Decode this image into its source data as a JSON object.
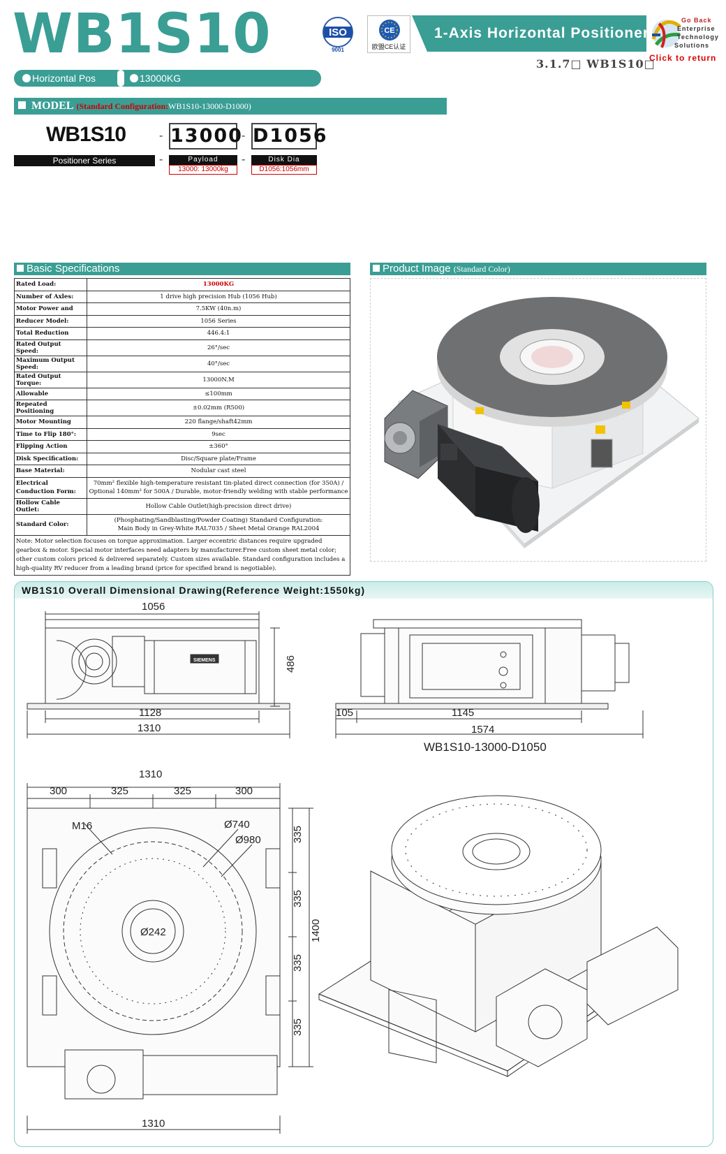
{
  "header": {
    "model_title": "WB1S10",
    "banner_title": "1-Axis Horizontal Positioner",
    "breadcrumb": "3.1.7□ WB1S10□",
    "iso_logo_text": "ISO",
    "iso_number": "9001",
    "ce_text": "欧盟CE认证",
    "go_back_lines": [
      "Go Back",
      "Enterprise",
      "Technology",
      "Solutions"
    ],
    "click_to_return": "Click to return"
  },
  "pills": [
    "Horizontal Pos",
    "13000KG"
  ],
  "model": {
    "heading": "MODEL",
    "config_label": "(Standard Configuration:",
    "config_value": "WB1S10-13000-D1000)",
    "code": "WB1S10",
    "payload_code": "13000",
    "disk_code": "D1056",
    "series_label": "Positioner Series",
    "payload_label": "Payload",
    "payload_sub": "13000: 13000kg",
    "disk_label": "Disk Dia",
    "disk_sub": "D1056:1056mm"
  },
  "specs": {
    "heading": "Basic Specifications",
    "rows": [
      {
        "k": "Rated Load:",
        "v": "13000KG"
      },
      {
        "k": "Number of Axles:",
        "v": "1 drive high precision Hub (1056 Hub)"
      },
      {
        "k": "Motor Power and",
        "v": "7.5KW (40n.m)"
      },
      {
        "k": "Reducer Model:",
        "v": "1056 Series"
      },
      {
        "k": "Total Reduction",
        "v": "446.4:1"
      },
      {
        "k": "Rated Output Speed:",
        "v": "26°/sec"
      },
      {
        "k": "Maximum Output Speed:",
        "v": "40°/sec"
      },
      {
        "k": "Rated Output Torque:",
        "v": "13000N.M"
      },
      {
        "k": "Allowable",
        "v": "≤100mm"
      },
      {
        "k": "Repeated Positioning",
        "v": "±0.02mm (R500)"
      },
      {
        "k": "Motor Mounting",
        "v": "220 flange/shaft42mm"
      },
      {
        "k": "Time to Flip 180°:",
        "v": "9sec"
      },
      {
        "k": "Flipping Action",
        "v": "±360°"
      },
      {
        "k": "Disk Specification:",
        "v": "Disc/Square plate/Frame"
      },
      {
        "k": "Base Material:",
        "v": "Nodular cast steel"
      }
    ],
    "electrical": {
      "k": "Electrical Conduction Form:",
      "v1": "70mm²  flexible high-temperature resistant tin-plated direct connection (for 350A) /",
      "v2": "Optional 140mm²  for 500A / Durable, motor-friendly welding with stable performance"
    },
    "hollow": {
      "k": "Hollow Cable Outlet:",
      "v": "Hollow Cable Outlet(high-precision direct drive)"
    },
    "color": {
      "k": "Standard Color:",
      "v1": "(Phosphating/Sandblasting/Powder Coating) Standard Configuration:",
      "v2": "Main Body in Grey-White RAL7035  / Sheet Metal Orange RAL2004"
    },
    "note": "Note: Motor selection focuses on torque approximation. Larger eccentric distances require upgraded gearbox & motor. Special motor interfaces need adapters by manufacturer.Free custom sheet metal color; other custom colors priced & delivered separately. Custom sizes available. Standard configuration includes a high-quality RV reducer from a leading brand (price for specified brand is negotiable)."
  },
  "product": {
    "heading": "Product Image",
    "heading_small": "(Standard Color)"
  },
  "drawing": {
    "heading": "WB1S10 Overall Dimensional Drawing(Reference Weight:1550kg)",
    "dims": {
      "d1056": "1056",
      "d486": "486",
      "d1128": "1128",
      "d1310a": "1310",
      "d105": "105",
      "d1145": "1145",
      "d1574": "1574",
      "d1310b": "1310",
      "d300a": "300",
      "d325a": "325",
      "d325b": "325",
      "d300b": "300",
      "m16": "M16",
      "phi740": "Ø740",
      "phi980": "Ø980",
      "phi242": "Ø242",
      "d335a": "335",
      "d335b": "335",
      "d335c": "335",
      "d335d": "335",
      "d1400": "1400",
      "d1310c": "1310"
    },
    "model_caption": "WB1S10-13000-D1050",
    "motor_label": "SIEMENS"
  },
  "colors": {
    "accent": "#3a9e95",
    "red": "#cc0000"
  }
}
